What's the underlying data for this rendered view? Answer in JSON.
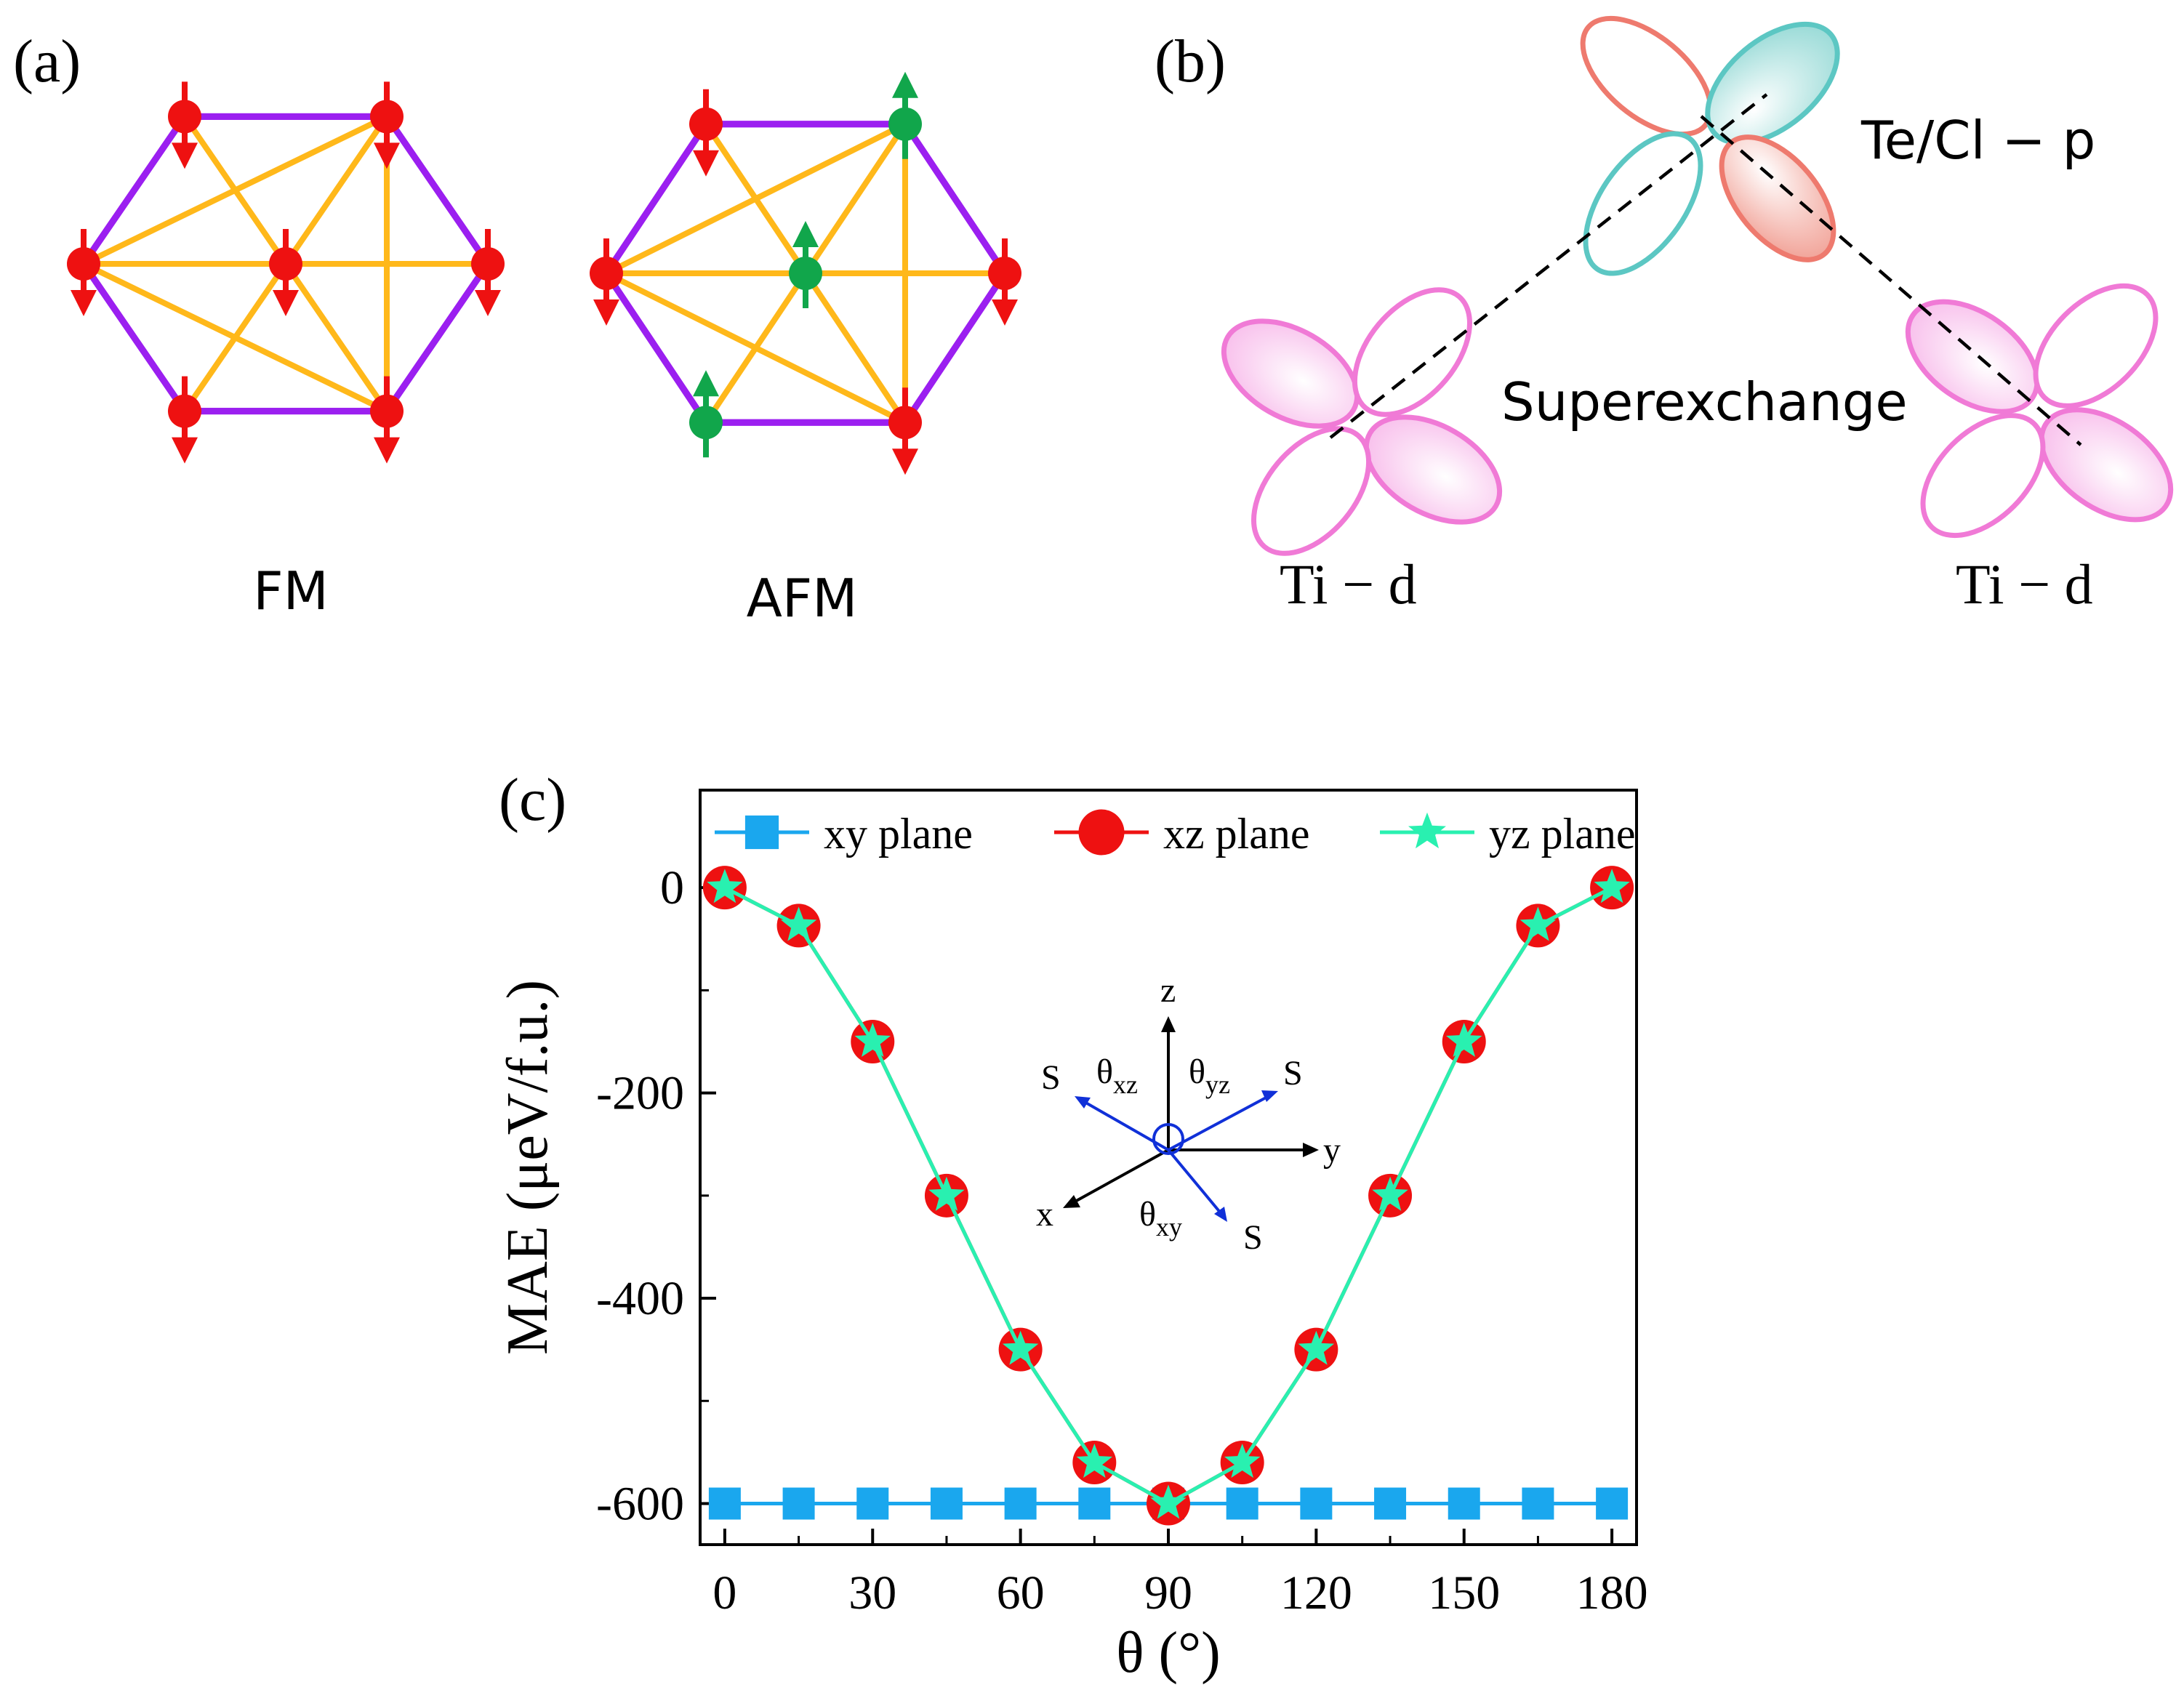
{
  "panels": {
    "a": {
      "label": "(a)",
      "fm_caption": "FM",
      "afm_caption": "AFM"
    },
    "b": {
      "label": "(b)",
      "ligand_label": "Te/Cl − p",
      "exchange_label": "Superexchange",
      "metal_left_label": "Ti − d",
      "metal_right_label": "Ti − d"
    },
    "c": {
      "label": "(c)",
      "inset": {
        "z": "z",
        "y": "y",
        "x": "x",
        "s1": "S",
        "s2": "S",
        "s3": "S",
        "theta": "θ",
        "sub_xz": "xz",
        "sub_yz": "yz",
        "sub_xy": "xy"
      }
    }
  },
  "colors": {
    "spin_down": "#ee1111",
    "spin_up": "#11a64b",
    "hex_edge": "#9b1ff0",
    "inner_bond": "#ffb81a",
    "xy_series": "#1aa7ee",
    "xz_series": "#ee1111",
    "yz_series": "#29f0b0",
    "orbital_pink": "#f07ad6",
    "orbital_teal": "#5cc7c3",
    "orbital_red": "#ee7a6e",
    "inset_vectors": "#1030d8"
  },
  "chart_data": {
    "type": "line",
    "xlabel": "θ (°)",
    "ylabel": "MAE (μeV/f.u.)",
    "xlim": [
      -5,
      185
    ],
    "ylim": [
      -640,
      95
    ],
    "xticks": [
      0,
      30,
      60,
      90,
      120,
      150,
      180
    ],
    "yticks": [
      0,
      -200,
      -400,
      -600
    ],
    "x": [
      0,
      15,
      30,
      45,
      60,
      75,
      90,
      105,
      120,
      135,
      150,
      165,
      180
    ],
    "legend_position": "top",
    "series": [
      {
        "name": "xy plane",
        "marker": "square",
        "values": [
          -600,
          -600,
          -600,
          -600,
          -600,
          -600,
          -600,
          -600,
          -600,
          -600,
          -600,
          -600,
          -600
        ]
      },
      {
        "name": "xz plane",
        "marker": "circle",
        "values": [
          0,
          -37,
          -150,
          -300,
          -450,
          -560,
          -600,
          -560,
          -450,
          -300,
          -150,
          -37,
          0
        ]
      },
      {
        "name": "yz plane",
        "marker": "star",
        "values": [
          0,
          -37,
          -150,
          -300,
          -450,
          -560,
          -600,
          -560,
          -450,
          -300,
          -150,
          -37,
          0
        ]
      }
    ]
  }
}
